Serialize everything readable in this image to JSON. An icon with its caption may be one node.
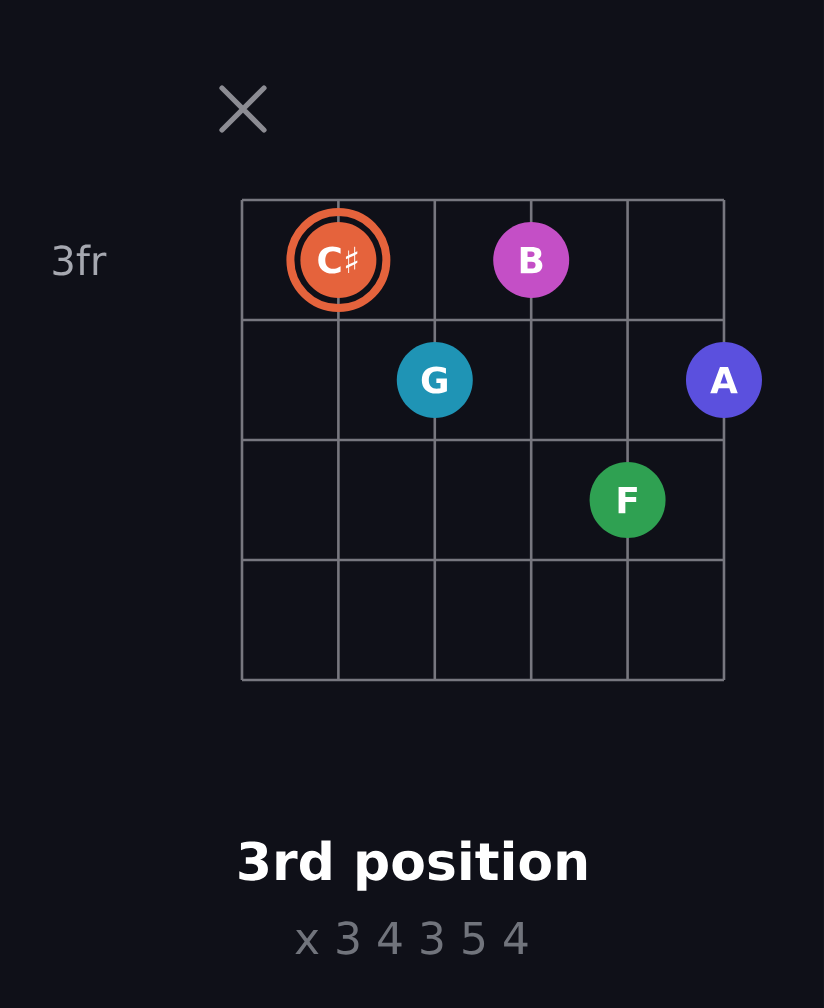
{
  "diagram": {
    "title": "3rd position",
    "nodes": [
      {
        "text": [
          "C♯"
        ]
      },
      {
        "text": [
          "B"
        ]
      },
      {
        "text": [
          "G"
        ]
      },
      {
        "text": [
          "A"
        ]
      },
      {
        "text": [
          "F"
        ]
      }
    ],
    "labels": [
      "3fr",
      "x 3 4 3 5 4"
    ]
  }
}
